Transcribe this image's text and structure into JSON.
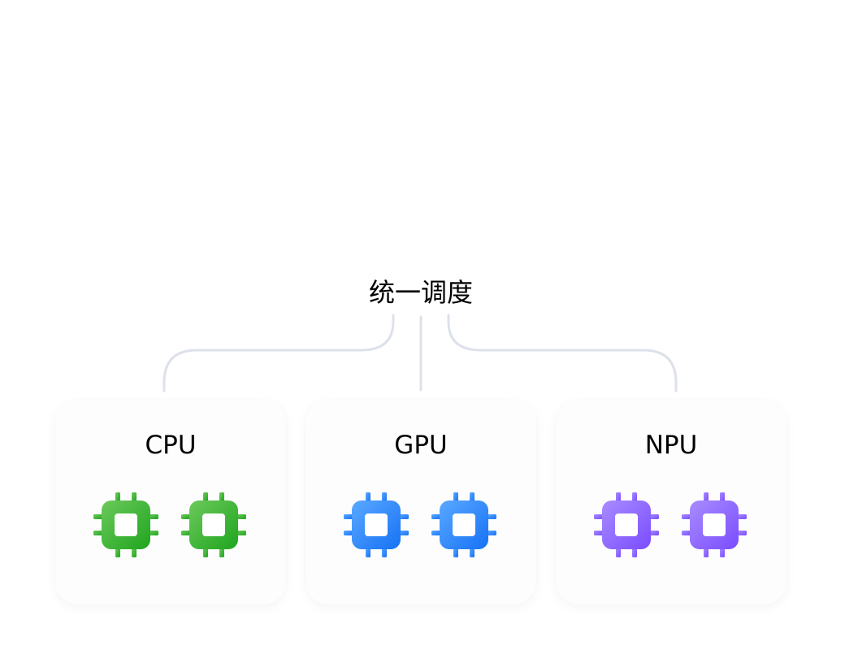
{
  "title": "统一调度",
  "processors": [
    {
      "label": "CPU",
      "color_light": "#6cc95c",
      "color_dark": "#1ea51e"
    },
    {
      "label": "GPU",
      "color_light": "#5aa8ff",
      "color_dark": "#1672f5"
    },
    {
      "label": "NPU",
      "color_light": "#a88cff",
      "color_dark": "#7a4cff"
    }
  ],
  "connector_color": "#dde1ea"
}
